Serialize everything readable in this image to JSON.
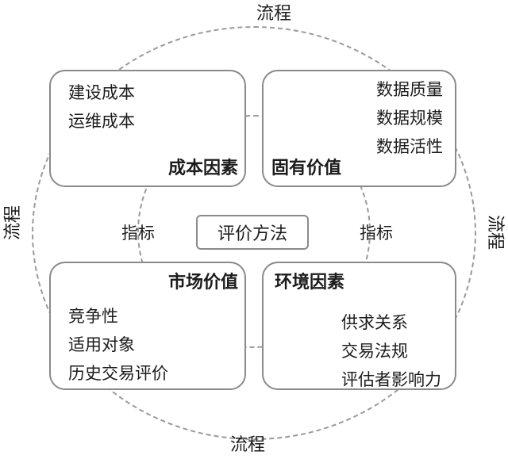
{
  "center": {
    "label": "评价方法"
  },
  "indicators": {
    "left": "指标",
    "right": "指标"
  },
  "process": {
    "top": "流程",
    "bottom": "流程",
    "left": "流程",
    "right": "流程"
  },
  "quadrants": {
    "top_left": {
      "title": "成本因素",
      "items": [
        "建设成本",
        "运维成本"
      ]
    },
    "top_right": {
      "title": "固有价值",
      "items": [
        "数据质量",
        "数据规模",
        "数据活性"
      ]
    },
    "bottom_left": {
      "title": "市场价值",
      "items": [
        "竞争性",
        "适用对象",
        "历史交易评价"
      ]
    },
    "bottom_right": {
      "title": "环境因素",
      "items": [
        "供求关系",
        "交易法规",
        "评估者影响力"
      ]
    }
  },
  "colors": {
    "box_border": "#8a8a8a",
    "dashed_circle": "#9a9a9a",
    "text": "#1c1c1c",
    "background": "#ffffff"
  }
}
